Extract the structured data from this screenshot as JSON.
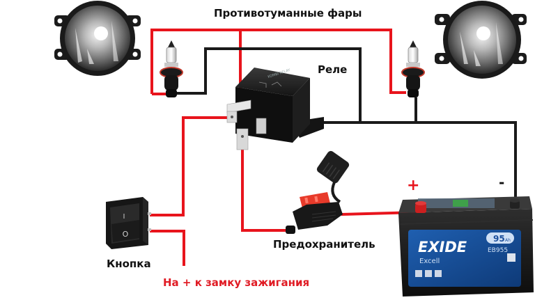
{
  "labels": {
    "fog_lights": "Противотуманные фары",
    "relay": "Реле",
    "fuse": "Предохранитель",
    "button": "Кнопка",
    "ignition": "На + к замку зажигания",
    "battery_plus": "+",
    "battery_minus": "-"
  },
  "battery": {
    "brand": "EXIDE",
    "series": "Excell",
    "capacity": "95",
    "capacity_unit": "Ah",
    "model": "EB955"
  },
  "switch": {
    "on_symbol": "I",
    "off_symbol": "O"
  },
  "colors": {
    "positive_wire": "#e8141c",
    "ground_wire": "#1a1a1a",
    "label_red": "#e01b24",
    "battery_label_blue": "#1c4f9c"
  }
}
